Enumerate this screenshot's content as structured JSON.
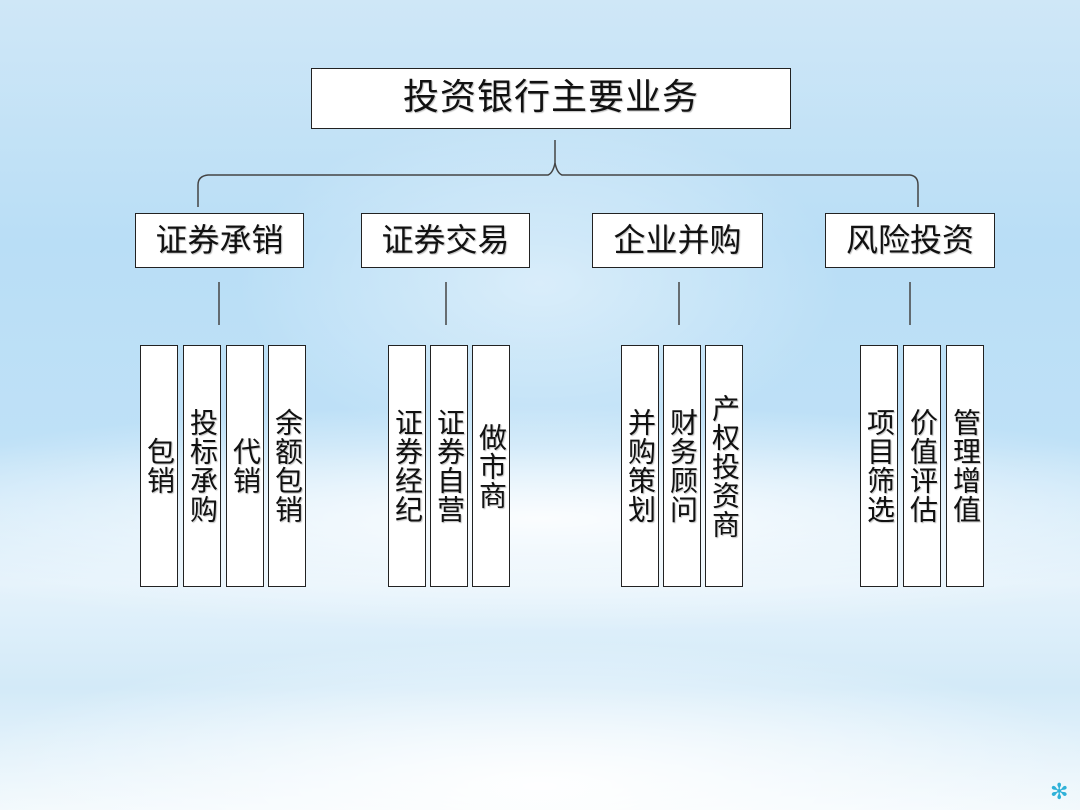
{
  "root": {
    "label": "投资银行主要业务"
  },
  "categories": [
    {
      "label": "证券承销",
      "items": [
        "包销",
        "投标承购",
        "代销",
        "余额包销"
      ]
    },
    {
      "label": "证券交易",
      "items": [
        "证券经纪",
        "证券自营",
        "做市商"
      ]
    },
    {
      "label": "企业并购",
      "items": [
        "并购策划",
        "财务顾问",
        "产权投资商"
      ]
    },
    {
      "label": "风险投资",
      "items": [
        "项目筛选",
        "价值评估",
        "管理增值"
      ]
    }
  ],
  "colors": {
    "background": "#bfe1f7",
    "box": "#ffffff",
    "border": "#222222",
    "line": "#333333",
    "decoration": "#2fb1d8"
  },
  "decoration_icon": "asterisk-icon"
}
